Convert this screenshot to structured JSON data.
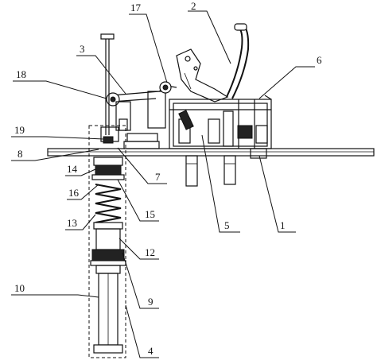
{
  "callouts": [
    "1",
    "2",
    "3",
    "4",
    "5",
    "6",
    "7",
    "8",
    "9",
    "10",
    "12",
    "13",
    "14",
    "15",
    "16",
    "17",
    "18",
    "19"
  ]
}
